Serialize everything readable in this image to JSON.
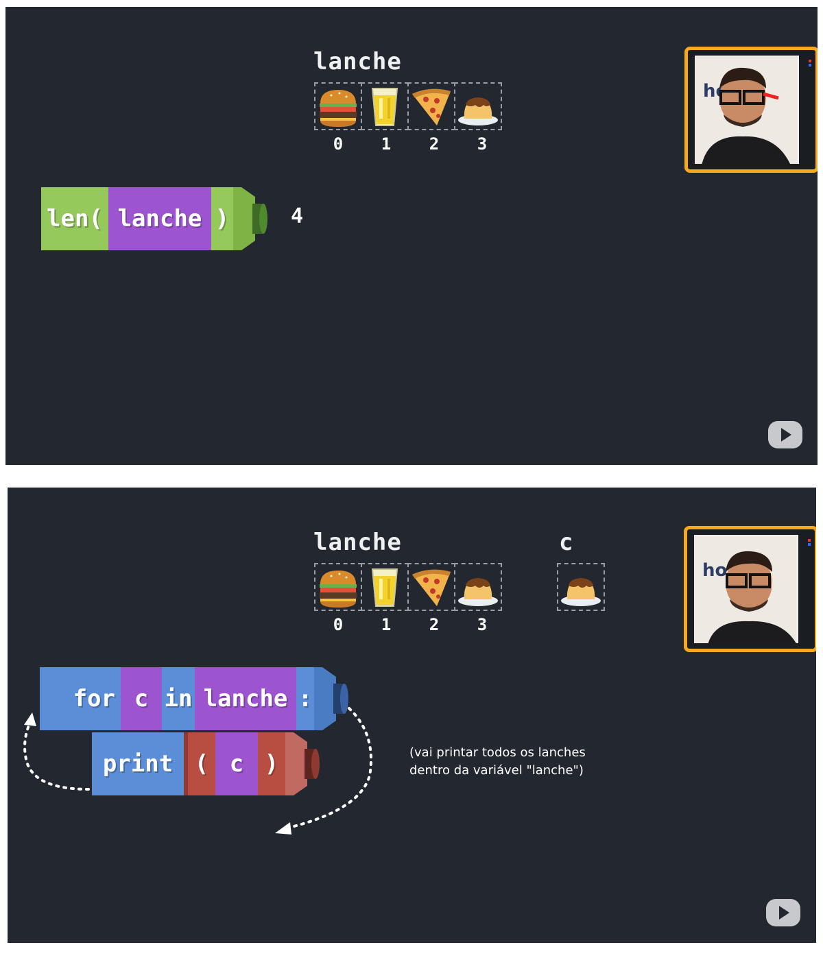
{
  "panel1": {
    "variable": {
      "name": "lanche",
      "items": [
        "burger-icon",
        "juice-icon",
        "pizza-icon",
        "pudding-icon"
      ],
      "indices": [
        "0",
        "1",
        "2",
        "3"
      ]
    },
    "code": {
      "func": "len(",
      "arg": "lanche",
      "close": ")"
    },
    "result": "4",
    "webcam_label": "ho"
  },
  "panel2": {
    "variable": {
      "name": "lanche",
      "items": [
        "burger-icon",
        "juice-icon",
        "pizza-icon",
        "pudding-icon"
      ],
      "indices": [
        "0",
        "1",
        "2",
        "3"
      ]
    },
    "loop_var": {
      "name": "c",
      "item": "pudding-icon"
    },
    "for_block": {
      "kw_for": "for",
      "var": "c",
      "kw_in": "in",
      "iter": "lanche",
      "colon": ":"
    },
    "print_block": {
      "func": "print",
      "open": "(",
      "arg": "c",
      "close": ")"
    },
    "note_line1": "(vai printar todos os lanches",
    "note_line2": "dentro da variável \"lanche\")",
    "webcam_label": "ho"
  },
  "colors": {
    "background": "#23272f",
    "green": "#95c95c",
    "purple": "#9c55cf",
    "blue": "#5b8ed6",
    "red": "#b84e42",
    "webcam_border": "#f7a91d"
  }
}
